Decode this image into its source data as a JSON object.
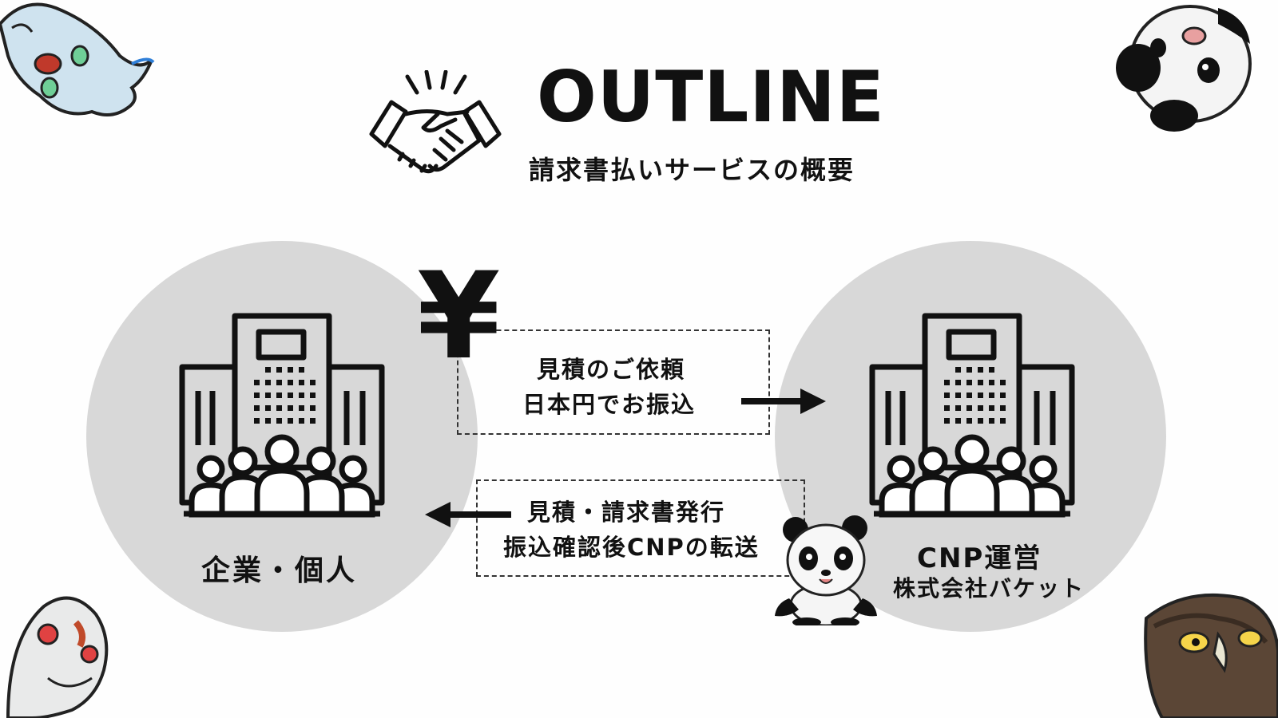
{
  "header": {
    "title": "OUTLINE",
    "subtitle": "請求書払いサービスの概要"
  },
  "left_party": {
    "label": "企業・個人"
  },
  "right_party": {
    "line1": "CNP運営",
    "line2": "株式会社バケット"
  },
  "top_box": {
    "line1": "見積のご依頼",
    "line2": "日本円でお振込"
  },
  "bottom_box": {
    "line1": "見積・請求書発行",
    "line2": "振込確認後CNPの転送"
  },
  "currency_symbol": "¥",
  "icons": [
    "handshake-icon",
    "office-building-icon",
    "arrow-right-icon",
    "arrow-left-icon"
  ],
  "colors": {
    "circle": "#d8d8d8",
    "ink": "#111111",
    "background": "#fefefe"
  }
}
